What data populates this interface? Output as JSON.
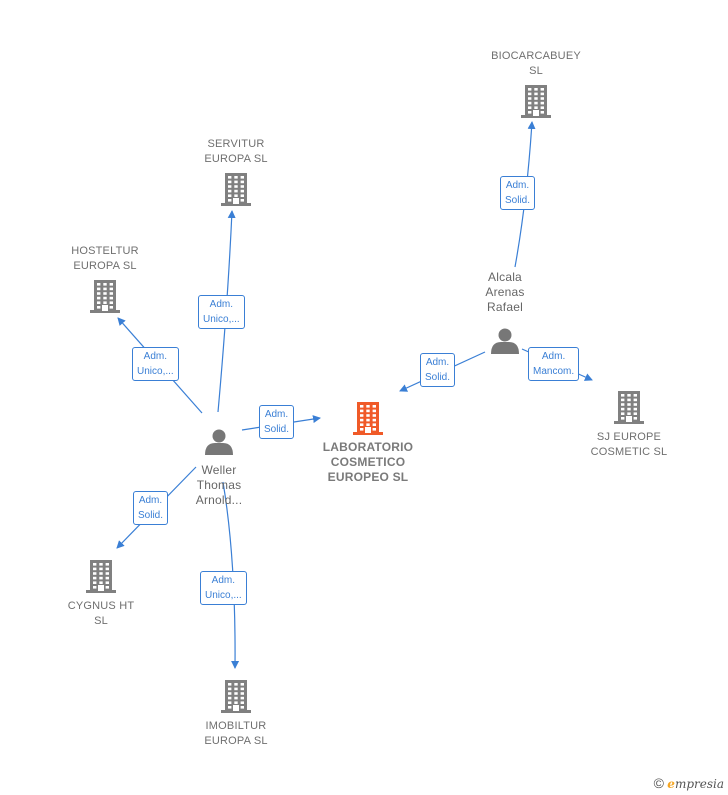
{
  "colors": {
    "edge": "#3a7fd5",
    "building": "#808080",
    "building_main": "#f05a28",
    "person": "#777777"
  },
  "nodes": [
    {
      "id": "laboratorio",
      "kind": "company",
      "main": true,
      "label": "LABORATORIO\nCOSMETICO\nEUROPEO  SL",
      "icon": "building-icon"
    },
    {
      "id": "weller",
      "kind": "person",
      "label": "Weller\nThomas\nArnold...",
      "icon": "person-icon"
    },
    {
      "id": "alcala",
      "kind": "person",
      "label": "Alcala\nArenas\nRafael",
      "icon": "person-icon"
    },
    {
      "id": "biocarcabuey",
      "kind": "company",
      "label": "BIOCARCABUEY\nSL",
      "icon": "building-icon"
    },
    {
      "id": "servitur",
      "kind": "company",
      "label": "SERVITUR\nEUROPA  SL",
      "icon": "building-icon"
    },
    {
      "id": "hosteltur",
      "kind": "company",
      "label": "HOSTELTUR\nEUROPA  SL",
      "icon": "building-icon"
    },
    {
      "id": "sjeurope",
      "kind": "company",
      "label": "SJ EUROPE\nCOSMETIC  SL",
      "icon": "building-icon"
    },
    {
      "id": "cygnus",
      "kind": "company",
      "label": "CYGNUS HT\nSL",
      "icon": "building-icon"
    },
    {
      "id": "imobiltur",
      "kind": "company",
      "label": "IMOBILTUR\nEUROPA  SL",
      "icon": "building-icon"
    }
  ],
  "edges": [
    {
      "from": "weller",
      "to": "laboratorio",
      "label": "Adm.\nSolid."
    },
    {
      "from": "weller",
      "to": "servitur",
      "label": "Adm.\nUnico,..."
    },
    {
      "from": "weller",
      "to": "hosteltur",
      "label": "Adm.\nUnico,..."
    },
    {
      "from": "weller",
      "to": "cygnus",
      "label": "Adm.\nSolid."
    },
    {
      "from": "weller",
      "to": "imobiltur",
      "label": "Adm.\nUnico,..."
    },
    {
      "from": "alcala",
      "to": "laboratorio",
      "label": "Adm.\nSolid."
    },
    {
      "from": "alcala",
      "to": "biocarcabuey",
      "label": "Adm.\nSolid."
    },
    {
      "from": "alcala",
      "to": "sjeurope",
      "label": "Adm.\nMancom."
    }
  ],
  "footer": {
    "copyright": "©",
    "brand_initial": "e",
    "brand_rest": "mpresia"
  }
}
